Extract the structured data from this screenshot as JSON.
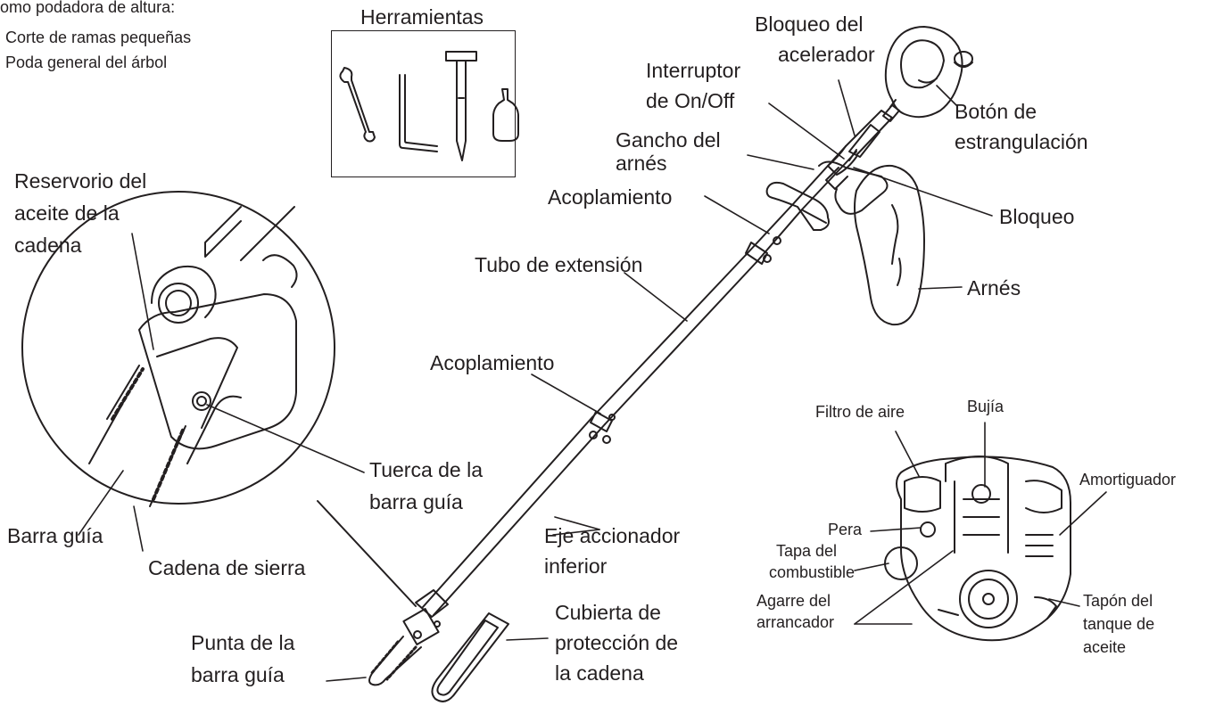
{
  "intro": {
    "line1": "omo podadora de altura:",
    "line2": "Corte de ramas pequeñas",
    "line3": "Poda general del árbol"
  },
  "tools": {
    "title": "Herramientas"
  },
  "labels": {
    "bloqueo_acelerador_1": "Bloqueo del",
    "bloqueo_acelerador_2": "acelerador",
    "interruptor_1": "Interruptor",
    "interruptor_2": "de On/Off",
    "boton_1": "Botón de",
    "boton_2": "estrangulación",
    "gancho_1": "Gancho del",
    "gancho_2": "arnés",
    "reservorio_1": "Reservorio del",
    "reservorio_2": "aceite de la",
    "reservorio_3": "cadena",
    "acoplamiento_top": "Acoplamiento",
    "bloqueo": "Bloqueo",
    "tubo": "Tubo de extensión",
    "arnes": "Arnés",
    "acoplamiento_mid": "Acoplamiento",
    "tuerca_1": "Tuerca de la",
    "tuerca_2": "barra guía",
    "barra": "Barra guía",
    "cadena_sierra": "Cadena de sierra",
    "eje_1": "Eje accionador",
    "eje_2": "inferior",
    "cubierta_1": "Cubierta de",
    "cubierta_2": "protección de",
    "cubierta_3": "la cadena",
    "punta_1": "Punta de la",
    "punta_2": "barra guía"
  },
  "engine_labels": {
    "filtro": "Filtro de aire",
    "bujia": "Bujía",
    "amortiguador": "Amortiguador",
    "pera": "Pera",
    "tapa_1": "Tapa del",
    "tapa_2": "combustible",
    "agarre_1": "Agarre del",
    "agarre_2": "arrancador",
    "tapon_1": "Tapón del",
    "tapon_2": "tanque de",
    "tapon_3": "aceite"
  }
}
